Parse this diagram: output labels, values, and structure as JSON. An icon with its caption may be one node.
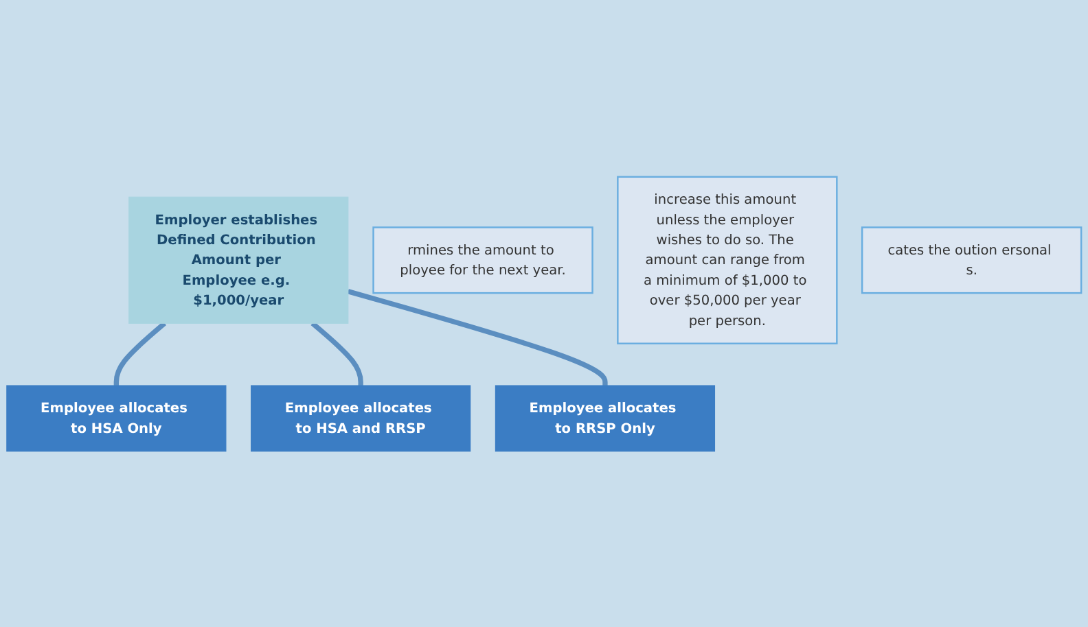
{
  "diagram": {
    "nodes": [
      {
        "text": [
          "rmines the amount to ployee for the next year."
        ]
      },
      {
        "text": [
          "Employer establishes Defined Contribution Amount per Employee e.g. $1,000/year"
        ]
      },
      {
        "text": [
          "increase this amount unless the employer wishes to do so. The amount can range from a minimum of $1,000 to over $50,000 per year per person."
        ]
      },
      {
        "text": [
          "cates the oution ersonal s."
        ]
      },
      {
        "text": [
          "Employee allocates to HSA Only"
        ]
      },
      {
        "text": [
          "Employee allocates to HSA and RRSP"
        ]
      },
      {
        "text": [
          "Employee allocates to RRSP Only"
        ]
      }
    ],
    "edges": [
      {
        "from": 1,
        "to": 4,
        "arrow": "none"
      },
      {
        "from": 1,
        "to": 5,
        "arrow": "none"
      },
      {
        "from": 1,
        "to": 6,
        "arrow": "none"
      }
    ]
  }
}
